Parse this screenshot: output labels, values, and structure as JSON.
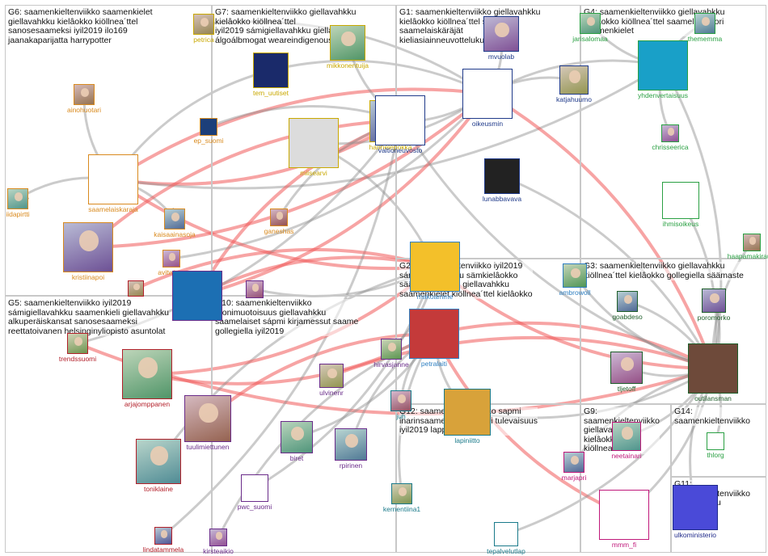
{
  "groups": [
    {
      "id": "G6",
      "label": "G6: saamenkieltenviikko saamenkielet\ngiellavahkku kielâokko kiöllnea´ttel\nsanosesaameksi iyil2019 ilo169\njaanakaparijatta harrypotter",
      "color": "#d98a1e"
    },
    {
      "id": "G7",
      "label": "G7: saamenkieltenviikko giellavahkku\nkielâokko kiöllnea´ttel\niyil2019 sámigiellavahkku giellajahki\nálgoálbmogat weareindigenous",
      "color": "#c9a800"
    },
    {
      "id": "G1",
      "label": "G1: saamenkieltenviikko giellavahkku\nkielâokko kiöllnea´ttel saame\nsaamelaiskäräjät\nkieliasiainneuvottelukunta",
      "color": "#1f3a8a"
    },
    {
      "id": "G4",
      "label": "G4: saamenkieltenviikko giellavahkku\nkielâokko kiöllnea´ttel saamelaisnuori\nsaamenkielet",
      "color": "#2aa043"
    },
    {
      "id": "G2",
      "label": "G2: saamenkieltenviikko iyil2019\nsámigiellavahkku sämkielâokko\nsäämkiöllneättel giellavahkku\nsaamenkielet kiöllnea´ttel kielâokko",
      "color": "#2e7fc1"
    },
    {
      "id": "G3",
      "label": "G3: saamenkieltenviikko giellavahkku\nkiöllnea´ttel kielâokko gollegiella säämaste",
      "color": "#1e5e2a"
    },
    {
      "id": "G5",
      "label": "G5: saamenkieltenviikko iyil2019\nsámigiellavahkku saamenkieli giellavahkku\nalkuperäiskansat sanosesaameksi\nreettatoivanen helsinginyliopisto asuntolat",
      "color": "#b3202a"
    },
    {
      "id": "G10",
      "label": "G10: saamenkieltenviikko\nmonimuotoisuus giellavahkku\nsaamelaiset sápmi kirjamessut saame\ngollegiella iyil2019",
      "color": "#6a2c8a"
    },
    {
      "id": "G12",
      "label": "G12: saamenkieltenviikko sapmi\ninarinsaame saamenkieli tulevaisuus\niyil2019 lappi",
      "color": "#1a7a8a"
    },
    {
      "id": "G9",
      "label": "G9:\nsaamenkieltenviikko\ngiellavahkku\nkielâokko\nkiöllnea´ttel",
      "color": "#c0187a"
    },
    {
      "id": "G14",
      "label": "G14:\nsaamenkieltenviikko",
      "color": "#2aa043"
    },
    {
      "id": "G11",
      "label": "G11:\nsaamenkieltenviikko\ngiellavahkku\nkielâokko\nkiöllnea´ttel",
      "color": "#1f2a8a"
    }
  ],
  "nodes": [
    {
      "id": "ainohuotari",
      "label": "ainohuotari",
      "group": "G6"
    },
    {
      "id": "ep_suomi",
      "label": "ep_suomi",
      "group": "G6"
    },
    {
      "id": "saamelaiskaraja",
      "label": "saamelaiskaraja",
      "group": "G6"
    },
    {
      "id": "iidapirtti",
      "label": "iidapirtti",
      "group": "G6"
    },
    {
      "id": "kaisaainasoja",
      "label": "kaisaainasoja",
      "group": "G6"
    },
    {
      "id": "kristiinapoi",
      "label": "kristiinapoi",
      "group": "G6"
    },
    {
      "id": "avitwitter",
      "label": "avitwitter",
      "group": "G6"
    },
    {
      "id": "ganeshas",
      "label": "ganeshas",
      "group": "G6"
    },
    {
      "id": "petrica",
      "label": "petrica",
      "group": "G7"
    },
    {
      "id": "tem_uutiset",
      "label": "tem_uutiset",
      "group": "G7"
    },
    {
      "id": "mikkonentuija",
      "label": "mikkonentuija",
      "group": "G7"
    },
    {
      "id": "miisearvi",
      "label": "miisearvi",
      "group": "G7"
    },
    {
      "id": "hannelepokka",
      "label": "hannelepokka",
      "group": "G7"
    },
    {
      "id": "mvuolab",
      "label": "mvuolab",
      "group": "G1"
    },
    {
      "id": "valtioneuvosto",
      "label": "valtioneuvosto",
      "group": "G1"
    },
    {
      "id": "oikeusmin",
      "label": "oikeusmin",
      "group": "G1"
    },
    {
      "id": "katjahuumo",
      "label": "katjahuumo",
      "group": "G1"
    },
    {
      "id": "lunabbavava",
      "label": "lunabbavava",
      "group": "G1"
    },
    {
      "id": "jarisalomaa",
      "label": "jarisalomaa",
      "group": "G4"
    },
    {
      "id": "thememma",
      "label": "thememma",
      "group": "G4"
    },
    {
      "id": "yhdenvertaisuus",
      "label": "yhdenvertaisuus",
      "group": "G4"
    },
    {
      "id": "chrisseerica",
      "label": "chrisseerica",
      "group": "G4"
    },
    {
      "id": "ihmisoikeus",
      "label": "ihmisoikeus",
      "group": "G4"
    },
    {
      "id": "haapamakirauni",
      "label": "haapamakirauni",
      "group": "G4"
    },
    {
      "id": "makoamme",
      "label": "makoamme",
      "group": "G2"
    },
    {
      "id": "ambrowoll",
      "label": "ambrowoll",
      "group": "G2"
    },
    {
      "id": "petralaiti",
      "label": "petralaiti",
      "group": "G2"
    },
    {
      "id": "goabdeso",
      "label": "goabdeso",
      "group": "G3"
    },
    {
      "id": "poromorko",
      "label": "poromorko",
      "group": "G3"
    },
    {
      "id": "tljetoff",
      "label": "tljetoff",
      "group": "G3"
    },
    {
      "id": "outilansman",
      "label": "outilansman",
      "group": "G3"
    },
    {
      "id": "kirsti",
      "label": "",
      "group": "G5"
    },
    {
      "id": "trendssuomi",
      "label": "trendssuomi",
      "group": "G5"
    },
    {
      "id": "arjajomppanen",
      "label": "arjajomppanen",
      "group": "G5"
    },
    {
      "id": "toniklaine",
      "label": "toniklaine",
      "group": "G5"
    },
    {
      "id": "lindatammela",
      "label": "lindatammela",
      "group": "G5"
    },
    {
      "id": "kanta",
      "label": "",
      "group": "G10"
    },
    {
      "id": "p10a",
      "label": "",
      "group": "G10"
    },
    {
      "id": "tuulimiettunen",
      "label": "tuulimiettunen",
      "group": "G10"
    },
    {
      "id": "ulvinenr",
      "label": "ulvinenr",
      "group": "G10"
    },
    {
      "id": "hirvasjanne",
      "label": "hirvasjanne",
      "group": "G10"
    },
    {
      "id": "biret",
      "label": "biret",
      "group": "G10"
    },
    {
      "id": "rpirinen",
      "label": "rpirinen",
      "group": "G10"
    },
    {
      "id": "pwc_suomi",
      "label": "pwc_suomi",
      "group": "G10"
    },
    {
      "id": "kirsteaikio",
      "label": "kirsteaikio",
      "group": "G10"
    },
    {
      "id": "juh",
      "label": "juh",
      "group": "G12"
    },
    {
      "id": "lapiniitto",
      "label": "lapiniitto",
      "group": "G12"
    },
    {
      "id": "kernentiina1",
      "label": "kernentiina1",
      "group": "G12"
    },
    {
      "id": "tepalvelutlap",
      "label": "tepalvelutlap",
      "group": "G12"
    },
    {
      "id": "neetainari",
      "label": "neetainari",
      "group": "G9"
    },
    {
      "id": "marjapri",
      "label": "marjapri",
      "group": "G9"
    },
    {
      "id": "mmm_fi",
      "label": "mmm_fi",
      "group": "G9"
    },
    {
      "id": "thlorg",
      "label": "thlorg",
      "group": "G14"
    },
    {
      "id": "ulkoministerio",
      "label": "ulkoministerio",
      "group": "G11"
    }
  ],
  "edges": [
    [
      "saamelaiskaraja",
      "oikeusmin",
      "red"
    ],
    [
      "saamelaiskaraja",
      "valtioneuvosto",
      "red"
    ],
    [
      "saamelaiskaraja",
      "tem_uutiset",
      "gray"
    ],
    [
      "saamelaiskaraja",
      "yhdenvertaisuus",
      "gray"
    ],
    [
      "saamelaiskaraja",
      "ainohuotari",
      "gray"
    ],
    [
      "saamelaiskaraja",
      "iidapirtti",
      "gray"
    ],
    [
      "saamelaiskaraja",
      "kaisaainasoja",
      "gray"
    ],
    [
      "kristiinapoi",
      "oikeusmin",
      "red"
    ],
    [
      "kanta",
      "valtioneuvosto",
      "red"
    ],
    [
      "kanta",
      "oikeusmin",
      "red"
    ],
    [
      "kanta",
      "makoamme",
      "red"
    ],
    [
      "arjajomppanen",
      "petralaiti",
      "red"
    ],
    [
      "tuulimiettunen",
      "petralaiti",
      "red"
    ],
    [
      "trendssuomi",
      "outilansman",
      "red"
    ],
    [
      "ulvinenr",
      "outilansman",
      "red"
    ],
    [
      "hirvasjanne",
      "makoamme",
      "gray"
    ],
    [
      "petralaiti",
      "outilansman",
      "red"
    ],
    [
      "makoamme",
      "outilansman",
      "red"
    ],
    [
      "oikeusmin",
      "outilansman",
      "red"
    ],
    [
      "valtioneuvosto",
      "outilansman",
      "gray"
    ],
    [
      "miisearvi",
      "makoamme",
      "gray"
    ],
    [
      "miisearvi",
      "oikeusmin",
      "gray"
    ],
    [
      "yhdenvertaisuus",
      "outilansman",
      "gray"
    ],
    [
      "yhdenvertaisuus",
      "oikeusmin",
      "gray"
    ],
    [
      "ihmisoikeus",
      "outilansman",
      "gray"
    ],
    [
      "tljetoff",
      "outilansman",
      "gray"
    ],
    [
      "goabdeso",
      "outilansman",
      "gray"
    ],
    [
      "mmm_fi",
      "outilansman",
      "gray"
    ],
    [
      "mmm_fi",
      "petralaiti",
      "red"
    ],
    [
      "neetainari",
      "outilansman",
      "gray"
    ],
    [
      "marjapri",
      "outilansman",
      "gray"
    ],
    [
      "thlorg",
      "outilansman",
      "gray"
    ],
    [
      "ulkoministerio",
      "outilansman",
      "gray"
    ],
    [
      "lapiniitto",
      "outilansman",
      "gray"
    ],
    [
      "lapiniitto",
      "petralaiti",
      "gray"
    ],
    [
      "biret",
      "petralaiti",
      "gray"
    ],
    [
      "rpirinen",
      "petralaiti",
      "gray"
    ],
    [
      "pwc_suomi",
      "makoamme",
      "gray"
    ],
    [
      "toniklaine",
      "makoamme",
      "gray"
    ],
    [
      "lindatammela",
      "valtioneuvosto",
      "gray"
    ],
    [
      "kirsteaikio",
      "petralaiti",
      "gray"
    ],
    [
      "tepalvelutlap",
      "outilansman",
      "gray"
    ],
    [
      "kernentiina1",
      "petralaiti",
      "gray"
    ],
    [
      "hannelepokka",
      "oikeusmin",
      "gray"
    ],
    [
      "lunabbavava",
      "outilansman",
      "gray"
    ],
    [
      "katjahuumo",
      "oikeusmin",
      "gray"
    ],
    [
      "mvuolab",
      "oikeusmin",
      "gray"
    ],
    [
      "jarisalomaa",
      "yhdenvertaisuus",
      "gray"
    ],
    [
      "chrisseerica",
      "yhdenvertaisuus",
      "gray"
    ],
    [
      "haapamakirauni",
      "outilansman",
      "gray"
    ],
    [
      "poromorko",
      "outilansman",
      "gray"
    ],
    [
      "ambrowoll",
      "outilansman",
      "gray"
    ],
    [
      "ganeshas",
      "valtioneuvosto",
      "gray"
    ],
    [
      "avitwitter",
      "oikeusmin",
      "gray"
    ],
    [
      "ep_suomi",
      "valtioneuvosto",
      "gray"
    ],
    [
      "mikkonentuija",
      "valtioneuvosto",
      "gray"
    ],
    [
      "petrica",
      "oikeusmin",
      "gray"
    ],
    [
      "thememma",
      "yhdenvertaisuus",
      "gray"
    ],
    [
      "juh",
      "petralaiti",
      "gray"
    ],
    [
      "p10a",
      "makoamme",
      "gray"
    ],
    [
      "kirsti",
      "makoamme",
      "red"
    ],
    [
      "trendssuomi",
      "valtioneuvosto",
      "gray"
    ],
    [
      "tem_uutiset",
      "oikeusmin",
      "gray"
    ],
    [
      "saamelaiskaraja",
      "makoamme",
      "red"
    ],
    [
      "kristiinapoi",
      "valtioneuvosto",
      "red"
    ],
    [
      "arjajomppanen",
      "makoamme",
      "red"
    ]
  ]
}
